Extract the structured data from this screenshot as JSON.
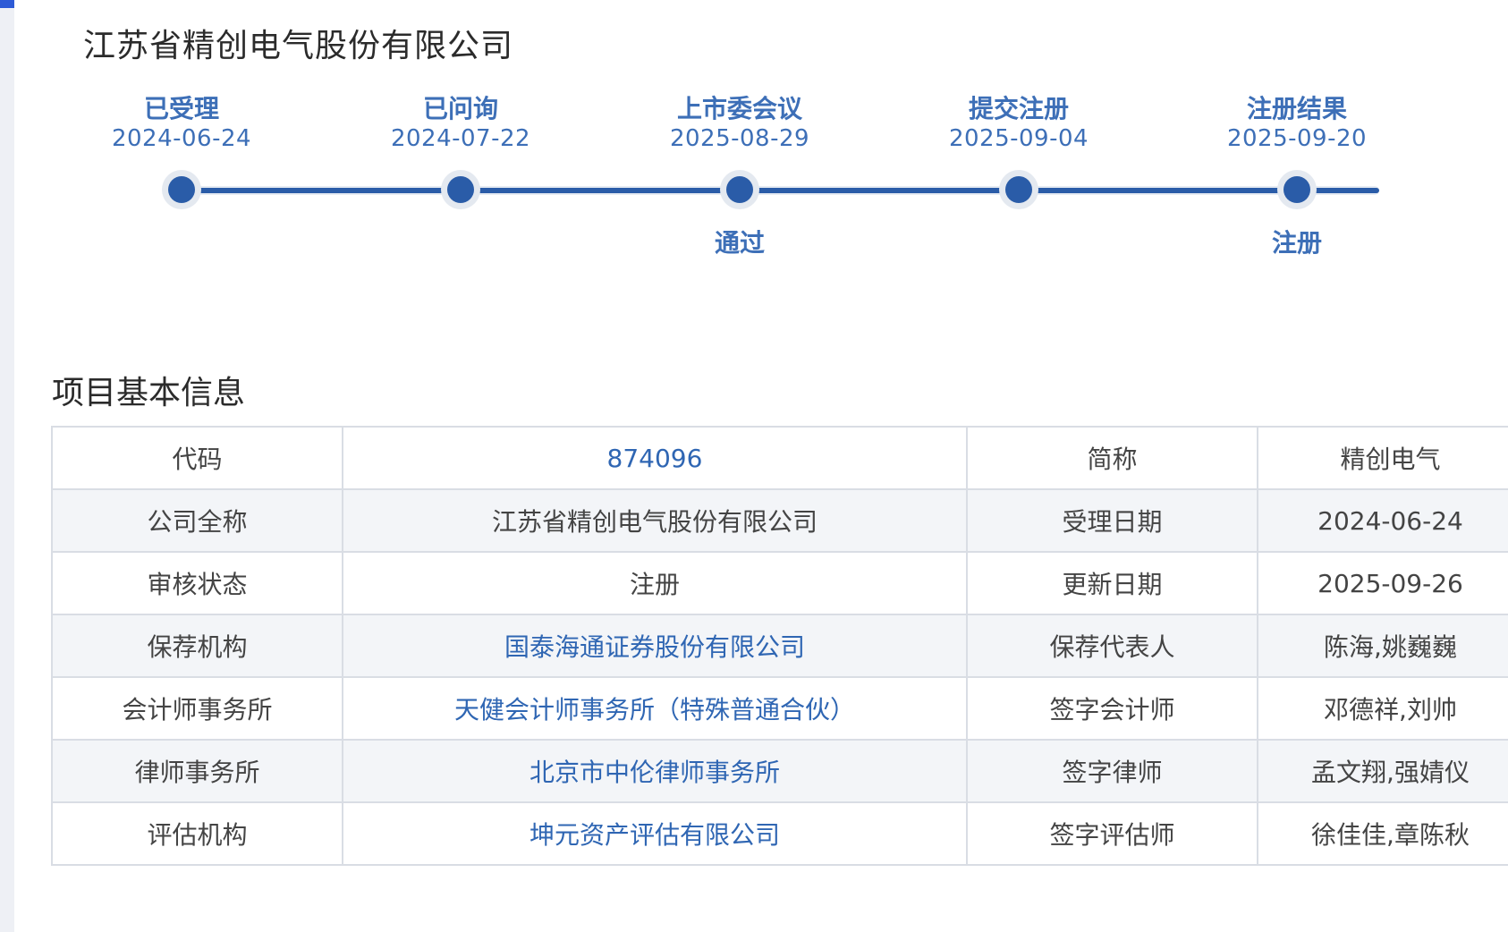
{
  "company_name": "江苏省精创电气股份有限公司",
  "timeline": [
    {
      "label": "已受理",
      "date": "2024-06-24",
      "result": ""
    },
    {
      "label": "已问询",
      "date": "2024-07-22",
      "result": ""
    },
    {
      "label": "上市委会议",
      "date": "2025-08-29",
      "result": "通过"
    },
    {
      "label": "提交注册",
      "date": "2025-09-04",
      "result": ""
    },
    {
      "label": "注册结果",
      "date": "2025-09-20",
      "result": "注册"
    }
  ],
  "section": {
    "title": "项目基本信息"
  },
  "info_table": {
    "rows": [
      [
        "代码",
        "874096",
        "简称",
        "精创电气"
      ],
      [
        "公司全称",
        "江苏省精创电气股份有限公司",
        "受理日期",
        "2024-06-24"
      ],
      [
        "审核状态",
        "注册",
        "更新日期",
        "2025-09-26"
      ],
      [
        "保荐机构",
        "国泰海通证券股份有限公司",
        "保荐代表人",
        "陈海,姚巍巍"
      ],
      [
        "会计师事务所",
        "天健会计师事务所（特殊普通合伙）",
        "签字会计师",
        "邓德祥,刘帅"
      ],
      [
        "律师事务所",
        "北京市中伦律师事务所",
        "签字律师",
        "孟文翔,强婧仪"
      ],
      [
        "评估机构",
        "坤元资产评估有限公司",
        "签字评估师",
        "徐佳佳,章陈秋"
      ]
    ]
  },
  "colors": {
    "accent": "#2a5ca8",
    "link": "#2f66b3",
    "label": "#3d6fb7"
  }
}
